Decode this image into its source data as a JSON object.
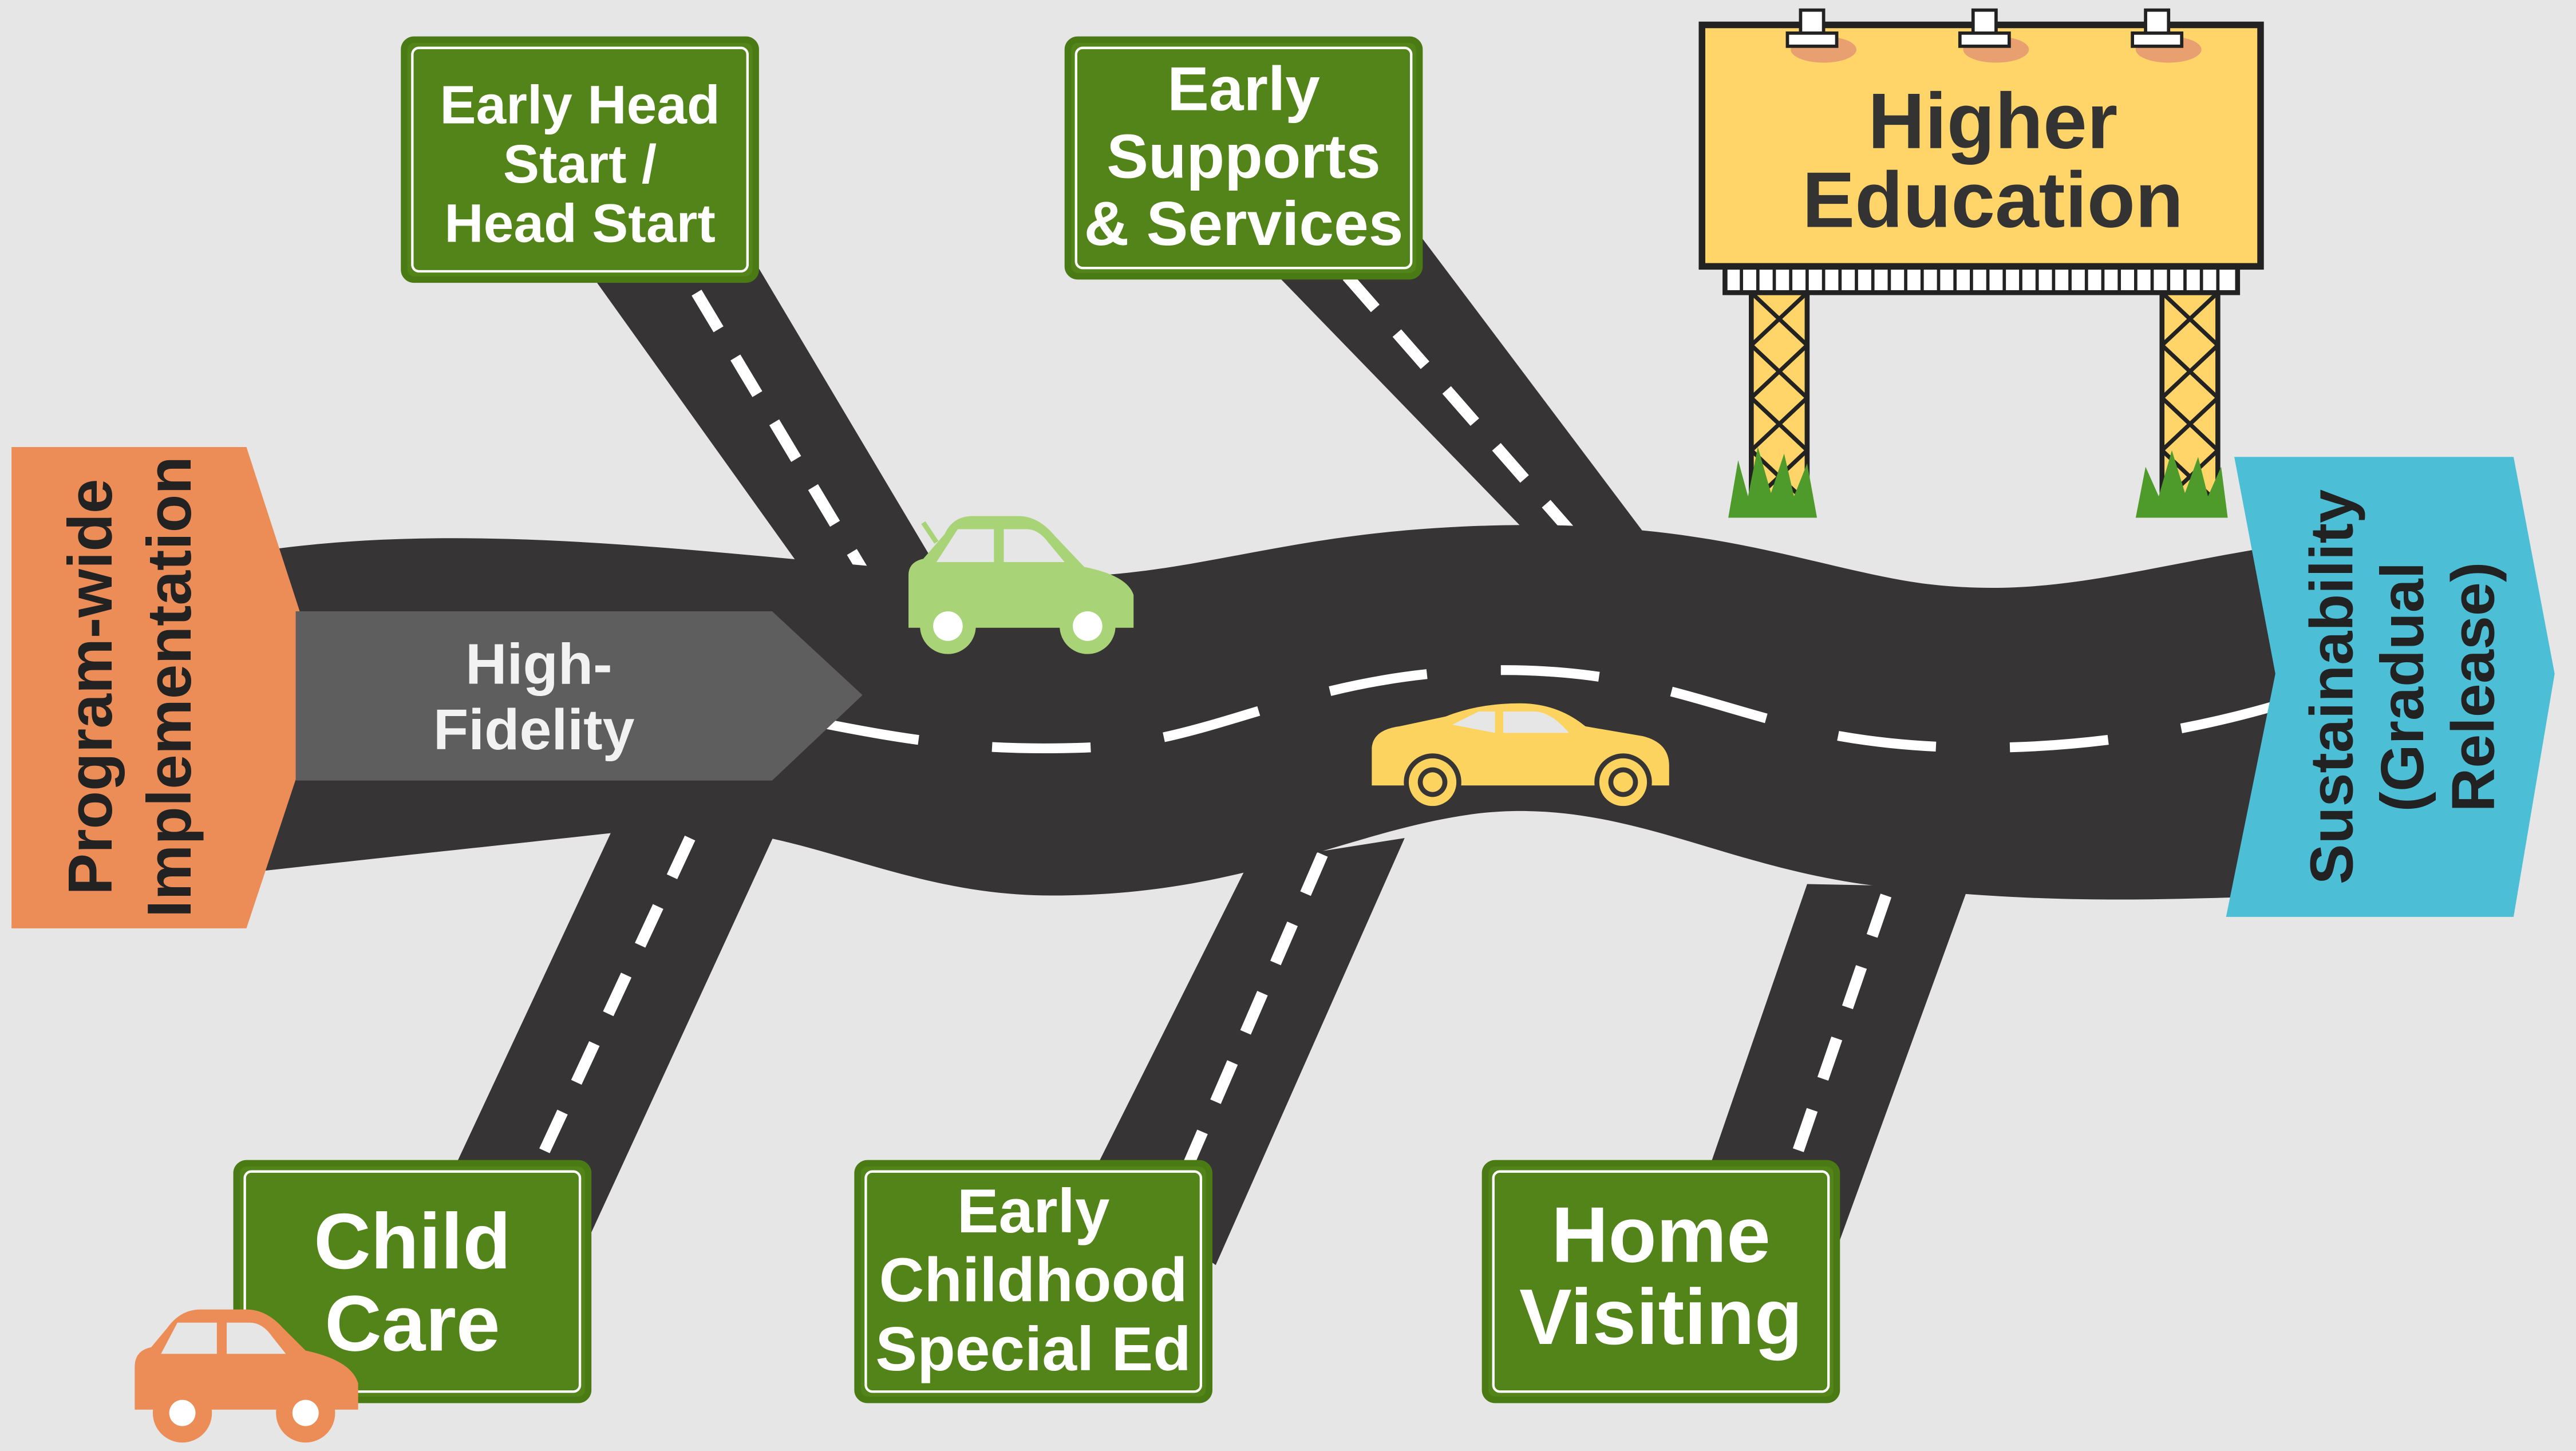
{
  "colors": {
    "background": "#e6e6e6",
    "road": "#363435",
    "lane_marking": "#ffffff",
    "sign_green": "#538419",
    "sign_border": "#4a7a14",
    "sign_text": "#ffffff",
    "start_arrow": "#ec8d58",
    "end_arrow": "#4cbfd6",
    "fidelity_arrow": "#5e5e5e",
    "fidelity_text": "#f2f2f2",
    "billboard": "#ffd56a",
    "billboard_text": "#333333",
    "car_green": "#a8d477",
    "car_yellow": "#fcd35f",
    "car_orange": "#ec8d58",
    "grass": "#4e9a2a"
  },
  "start_arrow": {
    "lines": [
      "Program-wide",
      "Implementation"
    ]
  },
  "end_arrow": {
    "lines": [
      "Sustainability",
      "(Gradual",
      "Release)"
    ]
  },
  "main_road_overlay": {
    "lines": [
      "High-",
      "Fidelity"
    ]
  },
  "signs": {
    "early_head_start": {
      "lines": [
        "Early Head",
        "Start /",
        "Head Start"
      ]
    },
    "early_supports": {
      "lines": [
        "Early",
        "Supports",
        "& Services"
      ]
    },
    "child_care": {
      "lines": [
        "Child",
        "Care"
      ]
    },
    "early_childhood_special_ed": {
      "lines": [
        "Early",
        "Childhood",
        "Special Ed"
      ]
    },
    "home_visiting": {
      "lines": [
        "Home",
        "Visiting"
      ]
    }
  },
  "billboard": {
    "lines": [
      "Higher",
      "Education"
    ]
  },
  "icons": {
    "green_car": "car-icon",
    "yellow_car": "sedan-icon",
    "orange_car": "car-icon",
    "grass": "grass-icon"
  }
}
